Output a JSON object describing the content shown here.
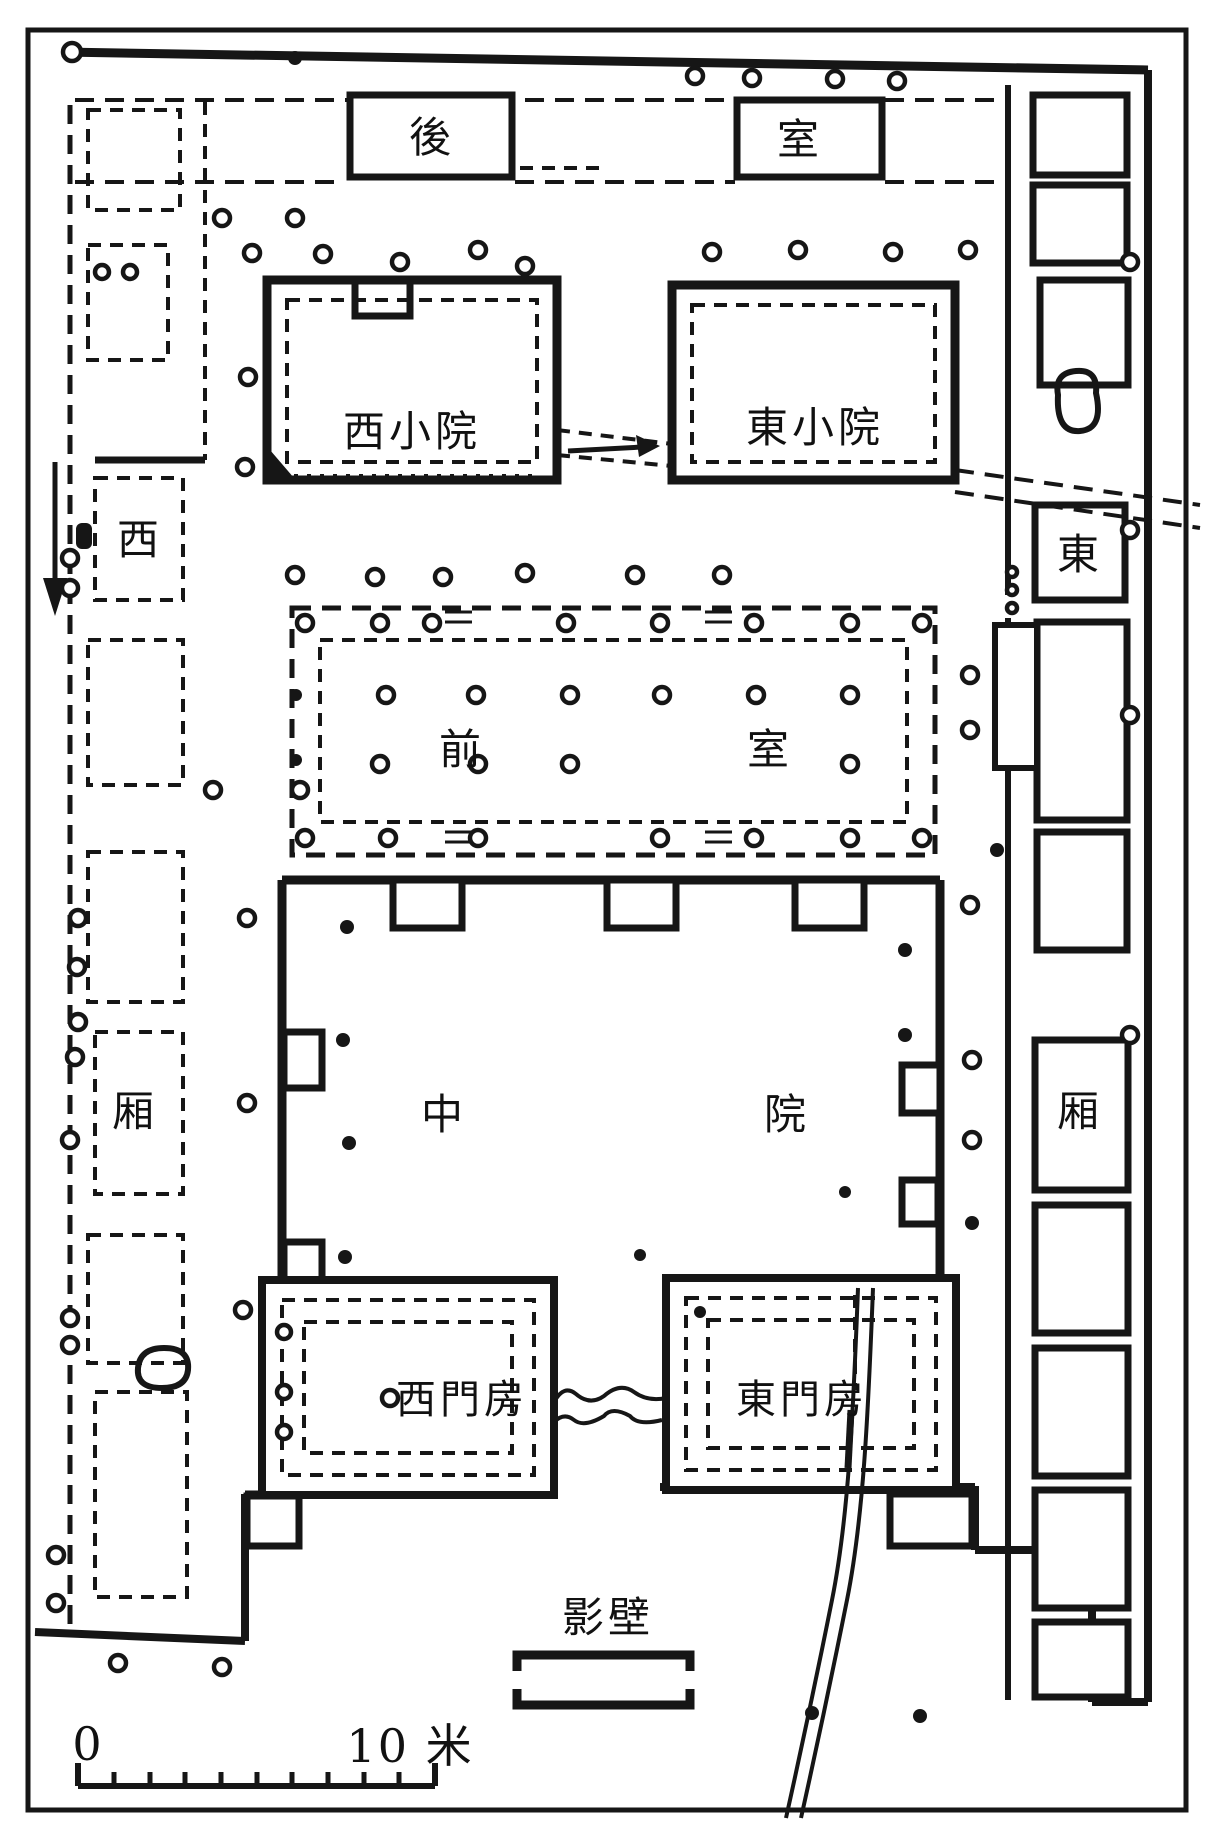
{
  "figure": {
    "type": "courtyard-house floor plan",
    "colors": {
      "ink": "#161616",
      "paper": "#ffffff"
    },
    "labels": {
      "rear_left": "後",
      "rear_right": "室",
      "west_small_court": "西小院",
      "east_small_court": "東小院",
      "west": "西",
      "east": "東",
      "front": "前",
      "front_right": "室",
      "middle": "中",
      "courtyard": "院",
      "west_wing": "厢",
      "east_wing": "厢",
      "west_gatehouse": "西門房",
      "east_gatehouse": "東門房",
      "screen_wall": "影壁"
    },
    "scale_bar": {
      "start_label": "0",
      "end_label": "10 米",
      "divisions": 10
    }
  }
}
